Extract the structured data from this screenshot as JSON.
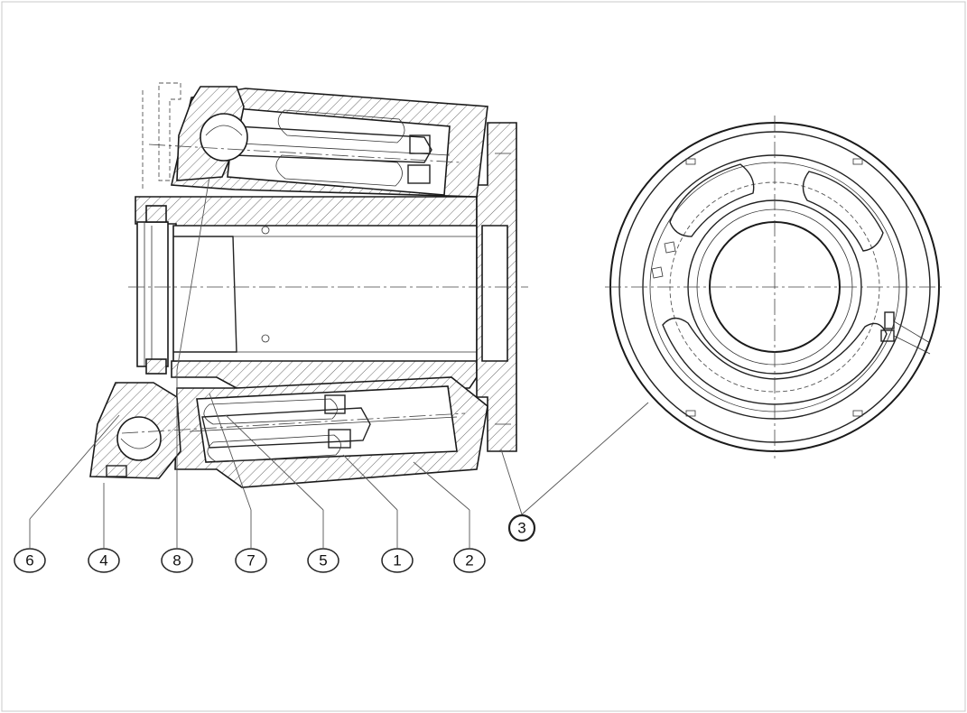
{
  "callouts": [
    {
      "label": "6"
    },
    {
      "label": "4"
    },
    {
      "label": "8"
    },
    {
      "label": "7"
    },
    {
      "label": "5"
    },
    {
      "label": "1"
    },
    {
      "label": "2"
    },
    {
      "label": "3"
    }
  ]
}
